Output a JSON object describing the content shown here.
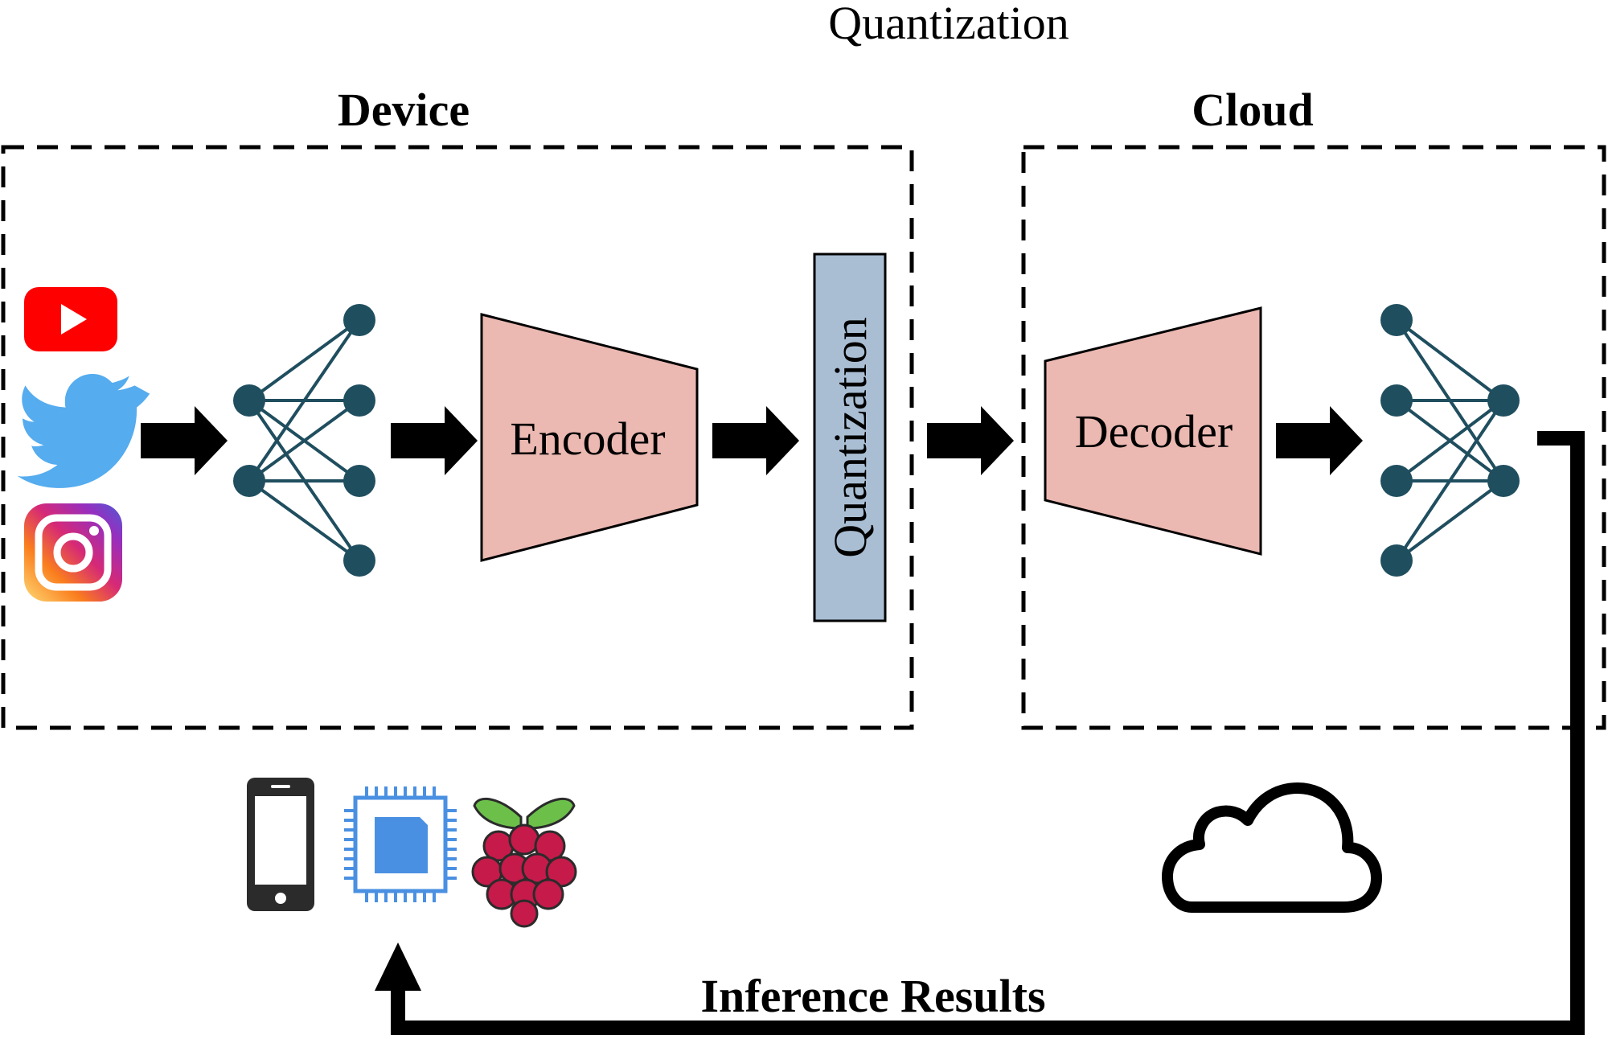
{
  "top_label": "Quantization",
  "device": {
    "title": "Device"
  },
  "cloud": {
    "title": "Cloud"
  },
  "blocks": {
    "encoder": "Encoder",
    "quantization": "Quantization",
    "decoder": "Decoder"
  },
  "feedback": {
    "label": "Inference Results"
  },
  "input_sources": [
    "youtube-logo",
    "twitter-logo",
    "instagram-logo"
  ],
  "device_icons": [
    "smartphone-icon",
    "microchip-icon",
    "raspberry-pi-icon"
  ],
  "cloud_icon": "cloud-icon",
  "colors": {
    "encoder_fill": "#EBB9B2",
    "decoder_fill": "#EBB9B2",
    "quantization_fill": "#A9BED3",
    "neural_net": "#1F4E5F",
    "youtube": "#FF0000",
    "twitter": "#55ACEE",
    "chip": "#4A90E2",
    "raspberry_red": "#C51A4A",
    "raspberry_leaf": "#6CC04A"
  }
}
